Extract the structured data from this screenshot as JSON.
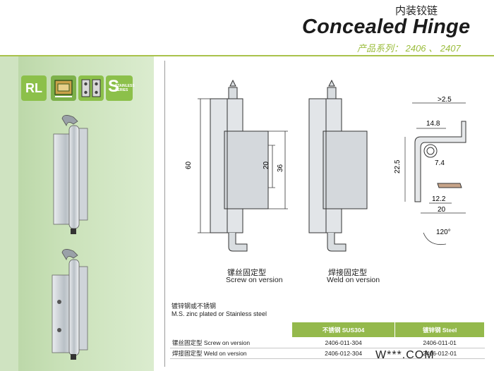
{
  "header": {
    "title_cn": "内装铰链",
    "title_en": "Concealed Hinge",
    "series": "产品系列： 2406 、 2407"
  },
  "badges": {
    "rl": "RL",
    "stainless": "S",
    "stainless_small": "STAINLESS SERIES"
  },
  "drawings": {
    "screw": {
      "label_cn": "镙丝固定型",
      "label_en": "Screw on version"
    },
    "weld": {
      "label_cn": "焊接固定型",
      "label_en": "Weld on version"
    },
    "dims": {
      "height": "60",
      "hole_pitch": "20",
      "leaf_height": "36",
      "gap": ">2.5",
      "width_top": "14.8",
      "depth": "22.5",
      "radius": "7.4",
      "offset": "12.2",
      "width_bottom": "20",
      "angle": "120°"
    }
  },
  "material": {
    "cn": "镀锌钢或不锈钢",
    "en": "M.S. zinc plated or Stainless steel"
  },
  "table": {
    "headers": [
      "",
      "不锈钢 SUS304",
      "镀锌钢 Steel"
    ],
    "rows": [
      [
        "镙丝固定型  Screw on version",
        "2406-011-304",
        "2406-011-01"
      ],
      [
        "焊接固定型  Weld on version",
        "2406-012-304",
        "2406-012-01"
      ]
    ]
  },
  "watermark": "W***.COM",
  "colors": {
    "accent_green": "#94b94c",
    "panel_green": "#c9e1b8",
    "title_green": "#9bbd3c"
  }
}
